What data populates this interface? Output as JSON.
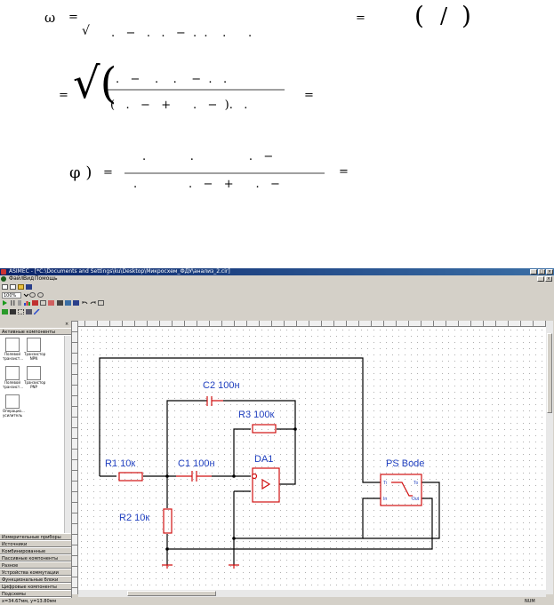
{
  "formulas": {
    "line1": {
      "omega": "ω",
      "eq1": "=",
      "sqrt": "√",
      "dots": ".   −   .   .   −  .  .    .      .",
      "eq2": "=",
      "paren_open": "(",
      "slash": "/",
      "paren_close": ")"
    },
    "line2": {
      "eq1": "=",
      "root": "√(",
      "top": ".   −    .    .    −  .   .",
      "bottom": "(   .   −   +      .   −  ).   .",
      "eq2": "="
    },
    "line3": {
      "lhs": "φ )",
      "eq1": "=",
      "top": ".            .               .   −",
      "bottom": ".              .   −   +      .   −",
      "eq2": "="
    }
  },
  "window": {
    "title": "ASIMEC - [*C:\\Documents and Settings\\ku\\Desktop\\Микросхем_ФДУ\\анализ_2.cir]",
    "menu": [
      "Файл",
      "Вид",
      "Помощь"
    ],
    "zoom_value": "100%"
  },
  "sidebar": {
    "header": "Активные компоненты",
    "components": [
      "Полевой транзист...",
      "Транзистор NPN",
      "Полевой транзист...",
      "Транзистор PNP",
      "Операцио... усилитель"
    ],
    "categories": [
      "Измерительные приборы",
      "Источники",
      "Комбинированные компоненты",
      "Пассивные компоненты",
      "Разное",
      "Устройства коммутации",
      "Функциональные блоки",
      "Цифровые компоненты",
      "Подсхемы"
    ]
  },
  "schematic": {
    "labels": {
      "c2": "C2 100н",
      "r3": "R3 100к",
      "da1": "DA1",
      "ps": "PS Bode",
      "r1": "R1 10к",
      "c1": "C1 100н",
      "r2": "R2 10к"
    },
    "pins": {
      "to": "To",
      "ti": "Ti",
      "in": "In",
      "out": "Out"
    }
  },
  "status": {
    "coords": "x=34.67мм, y=13.80мм",
    "num": "NUM"
  }
}
